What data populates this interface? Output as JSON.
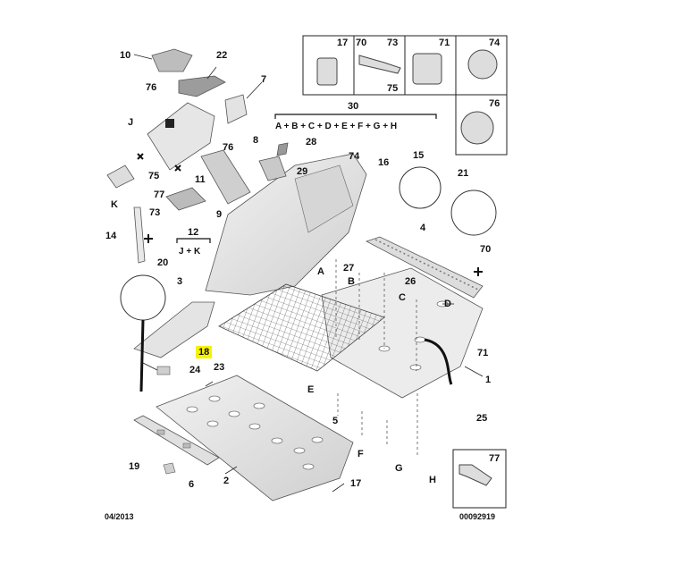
{
  "header_boxes": [
    {
      "label": "17",
      "icon": "d-ring-icon"
    },
    {
      "label": "70",
      "label2": "73",
      "label3": "75",
      "icon": "screw-icon"
    },
    {
      "label": "71",
      "icon": "clip-nut-icon"
    },
    {
      "label": "74",
      "icon": "push-rivet-icon"
    },
    {
      "label": "76",
      "icon": "hex-nut-icon"
    }
  ],
  "group_30": {
    "label": "30",
    "formula": "A + B + C + D + E + F + G + H"
  },
  "group_12": {
    "label": "12",
    "formula": "J + K"
  },
  "callouts": {
    "c10": "10",
    "c22": "22",
    "c76a": "76",
    "c7": "7",
    "cJ": "J",
    "c76b": "76",
    "c75": "75",
    "cK": "K",
    "c77": "77",
    "c11": "11",
    "c8": "8",
    "c28": "28",
    "c29": "29",
    "c9": "9",
    "c74": "74",
    "c16": "16",
    "c15": "15",
    "c21": "21",
    "c73": "73",
    "c14": "14",
    "c4": "4",
    "c70": "70",
    "c20": "20",
    "c3": "3",
    "cA": "A",
    "c27": "27",
    "cB": "B",
    "c26": "26",
    "cC": "C",
    "cD": "D",
    "c71": "71",
    "c18": "18",
    "c24": "24",
    "c23": "23",
    "c1": "1",
    "cE": "E",
    "c5": "5",
    "c25": "25",
    "cF": "F",
    "cG": "G",
    "cH": "H",
    "c19": "19",
    "c6": "6",
    "c2": "2",
    "c17b": "17",
    "c77b": "77"
  },
  "footer": {
    "date": "04/2013",
    "ref": "00092919"
  },
  "colors": {
    "highlight": "#f7f200",
    "line": "#222222",
    "part_fill": "#e4e4e4"
  }
}
